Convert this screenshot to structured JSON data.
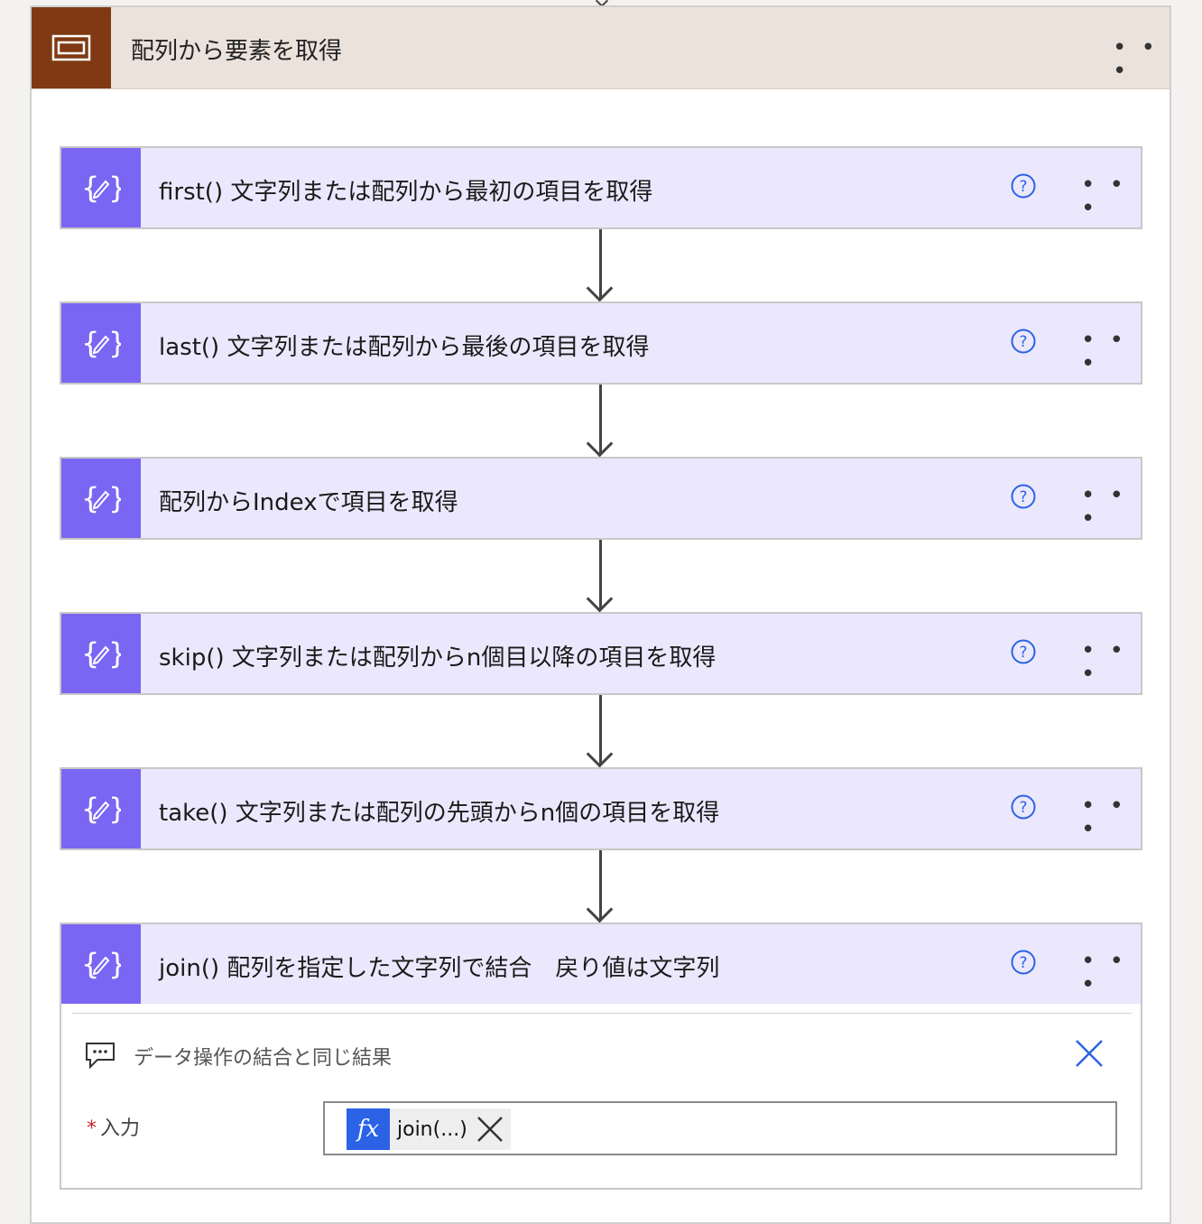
{
  "scope": {
    "title": "配列から要素を取得",
    "menu": "• • •",
    "color": "#7f3a13"
  },
  "actions": [
    {
      "title": "first() 文字列または配列から最初の項目を取得",
      "menu": "• • •"
    },
    {
      "title": "last() 文字列または配列から最後の項目を取得",
      "menu": "• • •"
    },
    {
      "title": "配列からIndexで項目を取得",
      "menu": "• • •"
    },
    {
      "title": "skip() 文字列または配列からn個目以降の項目を取得",
      "menu": "• • •"
    },
    {
      "title": "take() 文字列または配列の先頭からn個の項目を取得",
      "menu": "• • •"
    },
    {
      "title": "join() 配列を指定した文字列で結合　戻り値は文字列",
      "menu": "• • •"
    }
  ],
  "expanded": {
    "comment": "データ操作の結合と同じ結果",
    "input_label": "入力",
    "required_mark": "*",
    "token_fx": "fx",
    "token_label": "join(...)"
  },
  "colors": {
    "action_icon": "#7a66f2",
    "action_bg": "#ebe8fd",
    "help": "#2b62e6",
    "fx_token": "#2b62e6"
  },
  "icons": {
    "scope": "scope-rectangle-icon",
    "action": "braces-pencil-icon",
    "help": "help-circle-icon",
    "comment": "comment-icon",
    "close": "close-icon"
  }
}
